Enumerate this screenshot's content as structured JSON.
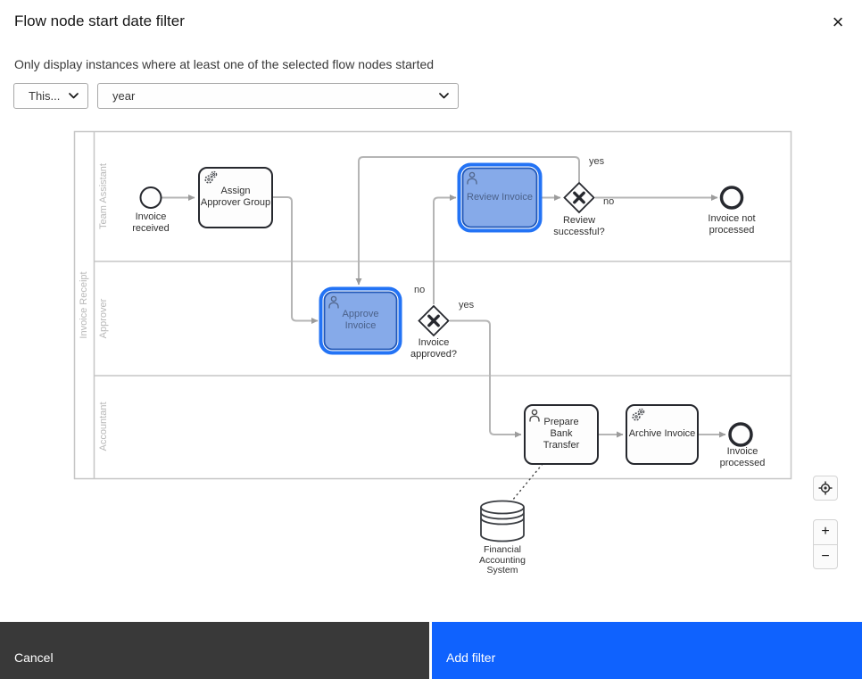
{
  "modal": {
    "title": "Flow node start date filter",
    "subtitle": "Only display instances where at least one of the selected flow nodes started",
    "close_icon": "×"
  },
  "filters": {
    "type_select": {
      "value": "This..."
    },
    "unit_select": {
      "value": "year"
    }
  },
  "diagram": {
    "pool_label": "Invoice Receipt",
    "lane_labels": {
      "lane1": "Team Assistant",
      "lane2": "Approver",
      "lane3": "Accountant"
    },
    "nodes": {
      "start_event": "Invoice\nreceived",
      "assign_task": "Assign\nApprover Group",
      "review_task": "Review Invoice",
      "review_gateway": "Review\nsuccessful?",
      "end_not_processed": "Invoice not\nprocessed",
      "approve_task": "Approve\nInvoice",
      "approved_gateway": "Invoice\napproved?",
      "prepare_task": "Prepare\nBank\nTransfer",
      "archive_task": "Archive Invoice",
      "end_processed": "Invoice\nprocessed",
      "datastore": "Financial\nAccounting\nSystem"
    },
    "flow_labels": {
      "review_yes": "yes",
      "review_no": "no",
      "approved_no": "no",
      "approved_yes": "yes"
    },
    "selected_nodes": [
      "Review Invoice",
      "Approve Invoice"
    ]
  },
  "zoom_controls": {
    "zoom_in": "+",
    "zoom_out": "−"
  },
  "footer": {
    "cancel": "Cancel",
    "confirm": "Add filter"
  },
  "colors": {
    "primary": "#0f62fe",
    "secondary": "#393939",
    "selected_ring": "#2373f5",
    "selected_fill": "#86aae9",
    "flow_gray": "#b5b5b5",
    "lane_gray": "#c6c6c6",
    "node_stroke": "#26282e"
  }
}
